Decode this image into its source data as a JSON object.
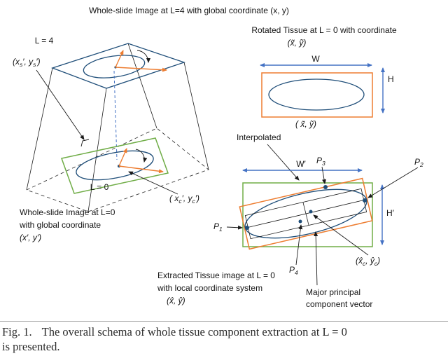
{
  "colors": {
    "shape_blue": "#1f4e79",
    "arrow_blue": "#4472c4",
    "orange": "#ed7d31",
    "green": "#70ad47",
    "text": "#141414",
    "caption_text": "#2b2b2b"
  },
  "diagram": {
    "top_title": "Whole-slide Image at L=4 with global coordinate (x, y)",
    "l4_label": "L = 4",
    "l0_label": "L = 0",
    "xs_label": {
      "a": "(x",
      "b": "s",
      "c": "′, y",
      "d": "s",
      "e": "′)"
    },
    "xc_label": {
      "a": "( x",
      "b": "c",
      "c": "′, y",
      "d": "c",
      "e": "′)"
    },
    "ws_l0": {
      "line1": "Whole-slide Image at L=0",
      "line2": "with global coordinate",
      "line3": "(x′, y′)"
    },
    "rotated": {
      "line1": "Rotated Tissue at L = 0 with coordinate",
      "line2": "(x̃, ỹ)"
    },
    "w_label": "W",
    "h_label": "H",
    "w_prime_label": "W′",
    "h_prime_label": "H′",
    "tilde_center_label": "( x̃, ỹ)",
    "interpolated_label": "Interpolated",
    "extracted": {
      "line1": "Extracted Tissue image at L = 0",
      "line2": "with local coordinate system",
      "line3": "(x̂, ŷ)"
    },
    "major": {
      "line1": "Major principal",
      "line2": "component vector"
    },
    "p1": {
      "b": "P",
      "s": "1"
    },
    "p2": {
      "b": "P",
      "s": "2"
    },
    "p3": {
      "b": "P",
      "s": "3"
    },
    "p4": {
      "b": "P",
      "s": "4"
    },
    "center_hat_label": {
      "a": "(x̂",
      "b": "c",
      "c": ", ŷ",
      "d": "c",
      "e": ")"
    }
  },
  "caption": {
    "fig_label": "Fig. 1.",
    "line1": "The overall schema of whole tissue component extraction at L = 0",
    "line2": "is presented."
  }
}
